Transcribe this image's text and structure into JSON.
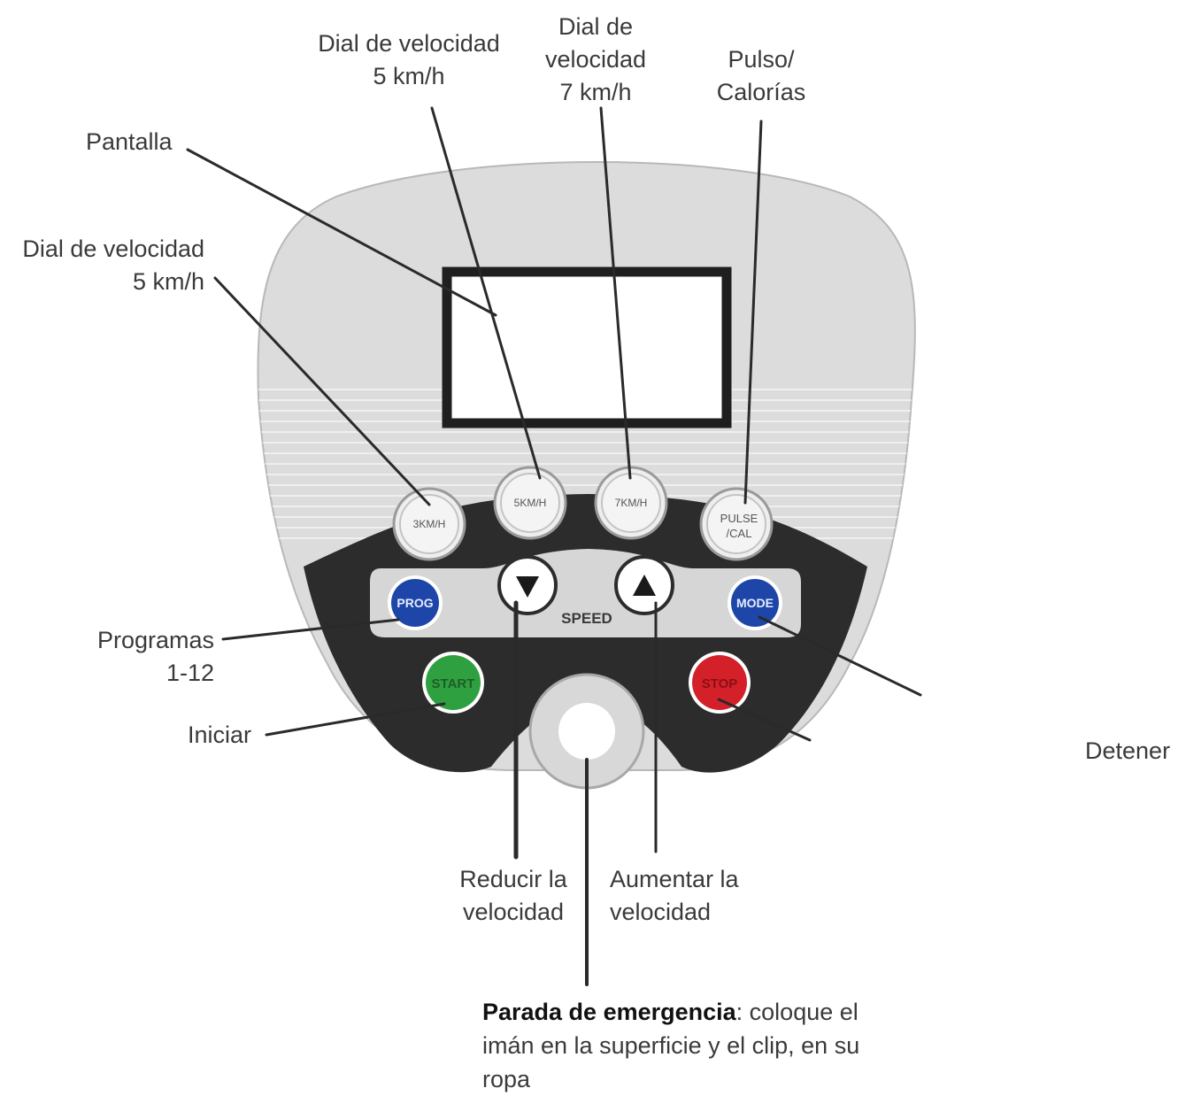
{
  "labels": {
    "pantalla": "Pantalla",
    "dial_left": [
      "Dial de velocidad",
      "5 km/h"
    ],
    "dial_5": [
      "Dial de velocidad",
      "5 km/h"
    ],
    "dial_7": [
      "Dial de",
      "velocidad",
      "7 km/h"
    ],
    "pulse": [
      "Pulso/",
      "Calorías"
    ],
    "programas": [
      "Programas",
      "1-12"
    ],
    "iniciar": "Iniciar",
    "detener": "Detener",
    "reducir": [
      "Reducir la",
      "velocidad"
    ],
    "aumentar": [
      "Aumentar la",
      "velocidad"
    ],
    "emergency_bold": "Parada de emergencia",
    "emergency_text": ": coloque el imán en la superficie y el clip, en su ropa"
  },
  "buttons": {
    "b3": "3KM/H",
    "b5": "5KM/H",
    "b7": "7KM/H",
    "pulse": [
      "PULSE",
      "/CAL"
    ],
    "prog": "PROG",
    "mode": "MODE",
    "start": "START",
    "stop": "STOP",
    "speed": "SPEED"
  },
  "colors": {
    "panel": "#dcdcdc",
    "dark": "#2c2c2c",
    "prog_mode_blue": "#1d46a8",
    "start_green": "#2fa040",
    "stop_red": "#d42029"
  }
}
